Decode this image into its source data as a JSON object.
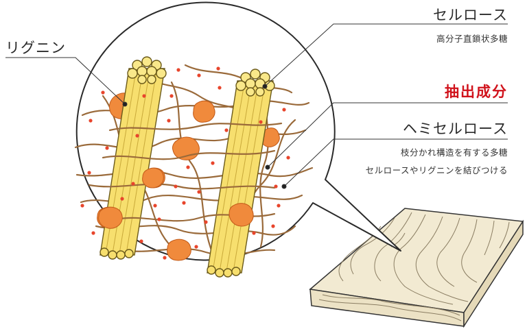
{
  "labels": {
    "lignin": "リグニン",
    "cellulose": "セルロース",
    "cellulose_desc": "高分子直鎖状多糖",
    "extract": "抽出成分",
    "hemicellulose": "ヘミセルロース",
    "hemicellulose_desc_1": "枝分かれ構造を有する多糖",
    "hemicellulose_desc_2": "セルロースやリグニンを結びつける"
  },
  "colors": {
    "accent": "#d0121b",
    "cellulose_fill": "#f7df6e",
    "cellulose_stroke": "#6b5a1a",
    "lignin_fill": "#f08a3c",
    "extract_dot": "#e8452c",
    "hemicellulose_line": "#9a6a3a",
    "wood_fill": "#f2ead2",
    "wood_grain": "#8a7d62"
  },
  "icons": {
    "circle_view": "magnified-cell-wall",
    "wood_block": "wood-plank"
  }
}
